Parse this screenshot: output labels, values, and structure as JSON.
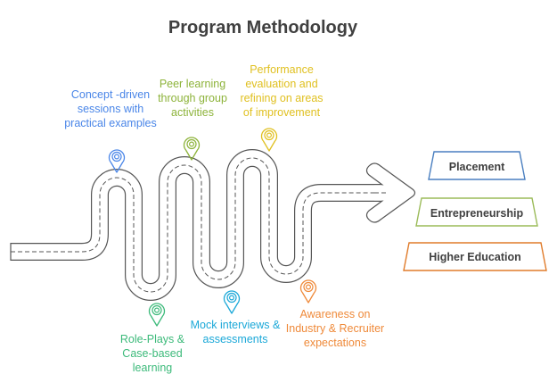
{
  "title": "Program Methodology",
  "colors": {
    "blue": "#4a86e8",
    "green": "#8db33a",
    "yellow": "#e0c020",
    "teal": "#3cba7a",
    "cyan": "#1ba8d8",
    "orange": "#ef8a3a",
    "road": "#555555",
    "outcome_blue": "#4a7fc0",
    "outcome_green": "#9bbb59",
    "outcome_orange": "#e07b2a"
  },
  "milestones_top": [
    {
      "id": "concept",
      "text": "Concept -driven sessions with practical examples",
      "color": "blue"
    },
    {
      "id": "peer",
      "text": "Peer learning through group activities",
      "color": "green"
    },
    {
      "id": "performance",
      "text": "Performance evaluation and refining on areas of improvement",
      "color": "yellow"
    }
  ],
  "milestones_bottom": [
    {
      "id": "roleplays",
      "text": "Role-Plays & Case-based learning",
      "color": "teal"
    },
    {
      "id": "mock",
      "text": "Mock interviews & assessments",
      "color": "cyan"
    },
    {
      "id": "awareness",
      "text": "Awareness on Industry & Recruiter expectations",
      "color": "orange"
    }
  ],
  "outcomes": [
    {
      "id": "placement",
      "label": "Placement",
      "color": "outcome_blue"
    },
    {
      "id": "entrepreneurship",
      "label": "Entrepreneurship",
      "color": "outcome_green"
    },
    {
      "id": "higher-education",
      "label": "Higher Education",
      "color": "outcome_orange"
    }
  ]
}
